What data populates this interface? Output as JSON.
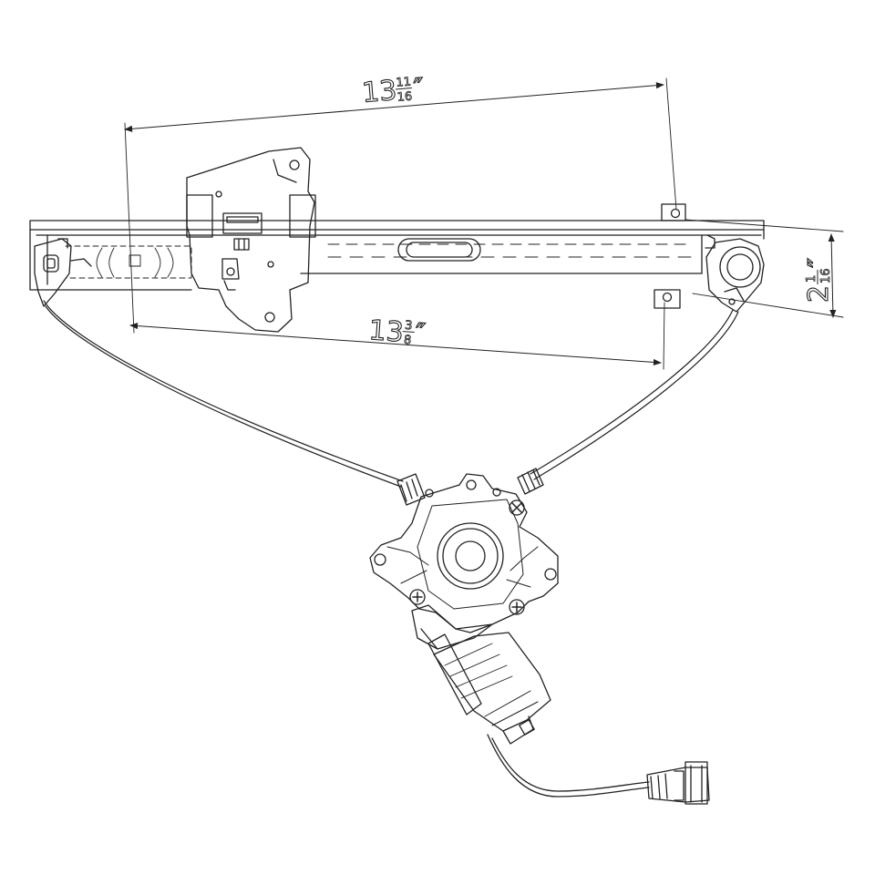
{
  "diagram": {
    "colors": {
      "line": "#222222",
      "background": "#ffffff",
      "dimension": "#333333"
    },
    "dimensions": {
      "top_length": {
        "whole": "13",
        "num": "11",
        "den": "16",
        "unit": "″"
      },
      "bottom_length": {
        "whole": "13",
        "num": "3",
        "den": "8",
        "unit": "″"
      },
      "height": {
        "whole": "2",
        "num": "1",
        "den": "16",
        "unit": "″"
      }
    }
  }
}
